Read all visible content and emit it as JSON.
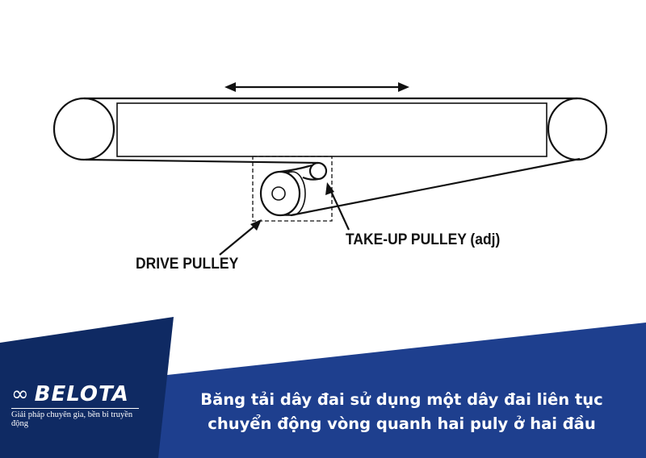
{
  "diagram": {
    "labels": {
      "take_up": "TAKE-UP PULLEY (adj)",
      "drive": "DRIVE PULLEY"
    },
    "icons": [
      "double-arrow-icon"
    ]
  },
  "banner": {
    "brand": "BELOTA",
    "tagline": "Giải pháp chuyên gia, bền bỉ truyền động",
    "caption_line1": "Băng tải dây đai sử dụng một dây đai liên tục",
    "caption_line2": "chuyển động vòng quanh hai puly ở hai đầu",
    "colors": {
      "dark": "#0f2a63",
      "blue": "#1e3f8e"
    }
  }
}
